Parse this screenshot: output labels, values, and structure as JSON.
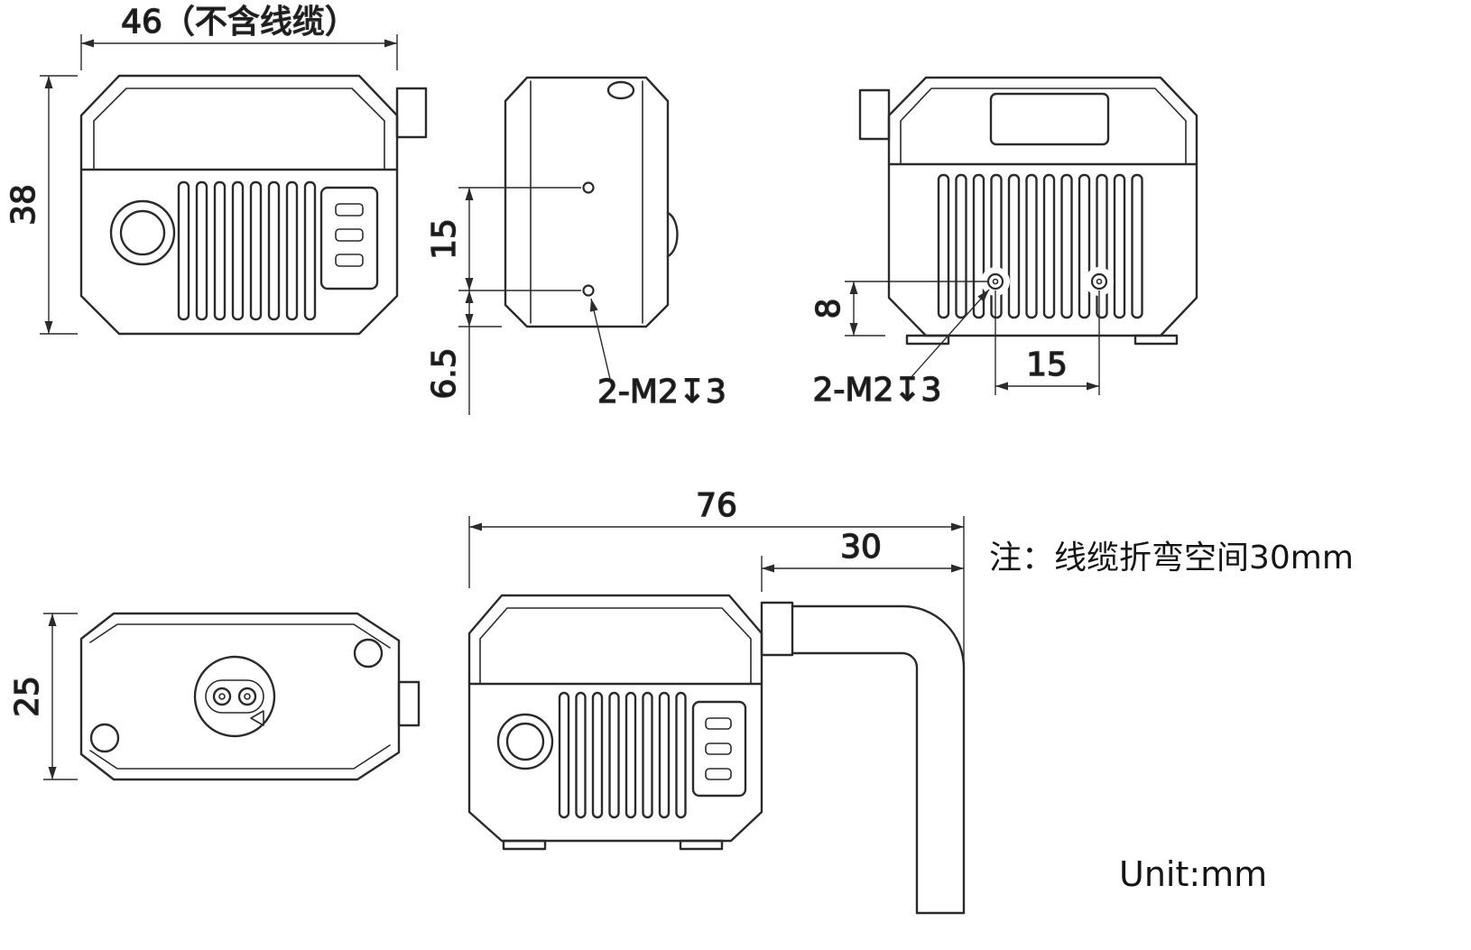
{
  "note": "注：线缆折弯空间30mm",
  "unit": "Unit:mm",
  "front_view": {
    "width_dim": "46（不含线缆）",
    "height_dim": "38"
  },
  "side_view": {
    "hole_spacing_dim": "15",
    "edge_offset_dim": "6.5",
    "thread_label": "2-M2↧3"
  },
  "back_view": {
    "hole_offset_dim": "8",
    "hole_spacing_dim": "15",
    "thread_label": "2-M2↧3"
  },
  "top_view": {
    "height_dim": "25"
  },
  "cable_view": {
    "total_length_dim": "76",
    "bend_space_dim": "30"
  }
}
